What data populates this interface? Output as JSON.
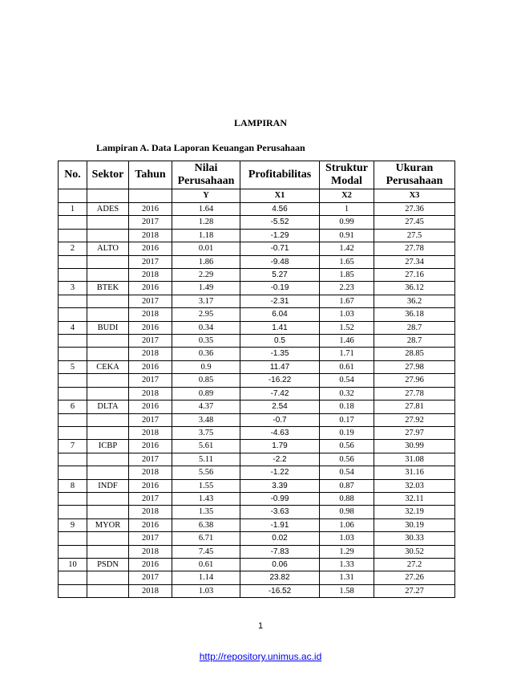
{
  "page": {
    "title": "LAMPIRAN",
    "subtitle": "Lampiran A. Data Laporan Keuangan Perusahaan",
    "page_number": "1",
    "footer_link": "http://repository.unimus.ac.id"
  },
  "table": {
    "headers": [
      "No.",
      "Sektor",
      "Tahun",
      "Nilai Perusahaan",
      "Profitabilitas",
      "Struktur Modal",
      "Ukuran Perusahaan"
    ],
    "variables": [
      "",
      "",
      "",
      "Y",
      "X1",
      "X2",
      "X3"
    ],
    "rows": [
      [
        "1",
        "ADES",
        "2016",
        "1.64",
        "4.56",
        "1",
        "27.36"
      ],
      [
        "",
        "",
        "2017",
        "1.28",
        "-5.52",
        "0.99",
        "27.45"
      ],
      [
        "",
        "",
        "2018",
        "1.18",
        "-1.29",
        "0.91",
        "27.5"
      ],
      [
        "2",
        "ALTO",
        "2016",
        "0.01",
        "-0.71",
        "1.42",
        "27.78"
      ],
      [
        "",
        "",
        "2017",
        "1.86",
        "-9.48",
        "1.65",
        "27.34"
      ],
      [
        "",
        "",
        "2018",
        "2.29",
        "5.27",
        "1.85",
        "27.16"
      ],
      [
        "3",
        "BTEK",
        "2016",
        "1.49",
        "-0.19",
        "2.23",
        "36.12"
      ],
      [
        "",
        "",
        "2017",
        "3.17",
        "-2.31",
        "1.67",
        "36.2"
      ],
      [
        "",
        "",
        "2018",
        "2.95",
        "6.04",
        "1.03",
        "36.18"
      ],
      [
        "4",
        "BUDI",
        "2016",
        "0.34",
        "1.41",
        "1.52",
        "28.7"
      ],
      [
        "",
        "",
        "2017",
        "0.35",
        "0.5",
        "1.46",
        "28.7"
      ],
      [
        "",
        "",
        "2018",
        "0.36",
        "-1.35",
        "1.71",
        "28.85"
      ],
      [
        "5",
        "CEKA",
        "2016",
        "0.9",
        "11.47",
        "0.61",
        "27.98"
      ],
      [
        "",
        "",
        "2017",
        "0.85",
        "-16.22",
        "0.54",
        "27.96"
      ],
      [
        "",
        "",
        "2018",
        "0.89",
        "-7.42",
        "0.32",
        "27.78"
      ],
      [
        "6",
        "DLTA",
        "2016",
        "4.37",
        "2.54",
        "0.18",
        "27.81"
      ],
      [
        "",
        "",
        "2017",
        "3.48",
        "-0.7",
        "0.17",
        "27.92"
      ],
      [
        "",
        "",
        "2018",
        "3.75",
        "-4.63",
        "0.19",
        "27.97"
      ],
      [
        "7",
        "ICBP",
        "2016",
        "5.61",
        "1.79",
        "0.56",
        "30.99"
      ],
      [
        "",
        "",
        "2017",
        "5.11",
        "-2.2",
        "0.56",
        "31.08"
      ],
      [
        "",
        "",
        "2018",
        "5.56",
        "-1.22",
        "0.54",
        "31.16"
      ],
      [
        "8",
        "INDF",
        "2016",
        "1.55",
        "3.39",
        "0.87",
        "32.03"
      ],
      [
        "",
        "",
        "2017",
        "1.43",
        "-0.99",
        "0.88",
        "32.11"
      ],
      [
        "",
        "",
        "2018",
        "1.35",
        "-3.63",
        "0.98",
        "32.19"
      ],
      [
        "9",
        "MYOR",
        "2016",
        "6.38",
        "-1.91",
        "1.06",
        "30.19"
      ],
      [
        "",
        "",
        "2017",
        "6.71",
        "0.02",
        "1.03",
        "30.33"
      ],
      [
        "",
        "",
        "2018",
        "7.45",
        "-7.83",
        "1.29",
        "30.52"
      ],
      [
        "10",
        "PSDN",
        "2016",
        "0.61",
        "0.06",
        "1.33",
        "27.2"
      ],
      [
        "",
        "",
        "2017",
        "1.14",
        "23.82",
        "1.31",
        "27.26"
      ],
      [
        "",
        "",
        "2018",
        "1.03",
        "-16.52",
        "1.58",
        "27.27"
      ]
    ]
  }
}
